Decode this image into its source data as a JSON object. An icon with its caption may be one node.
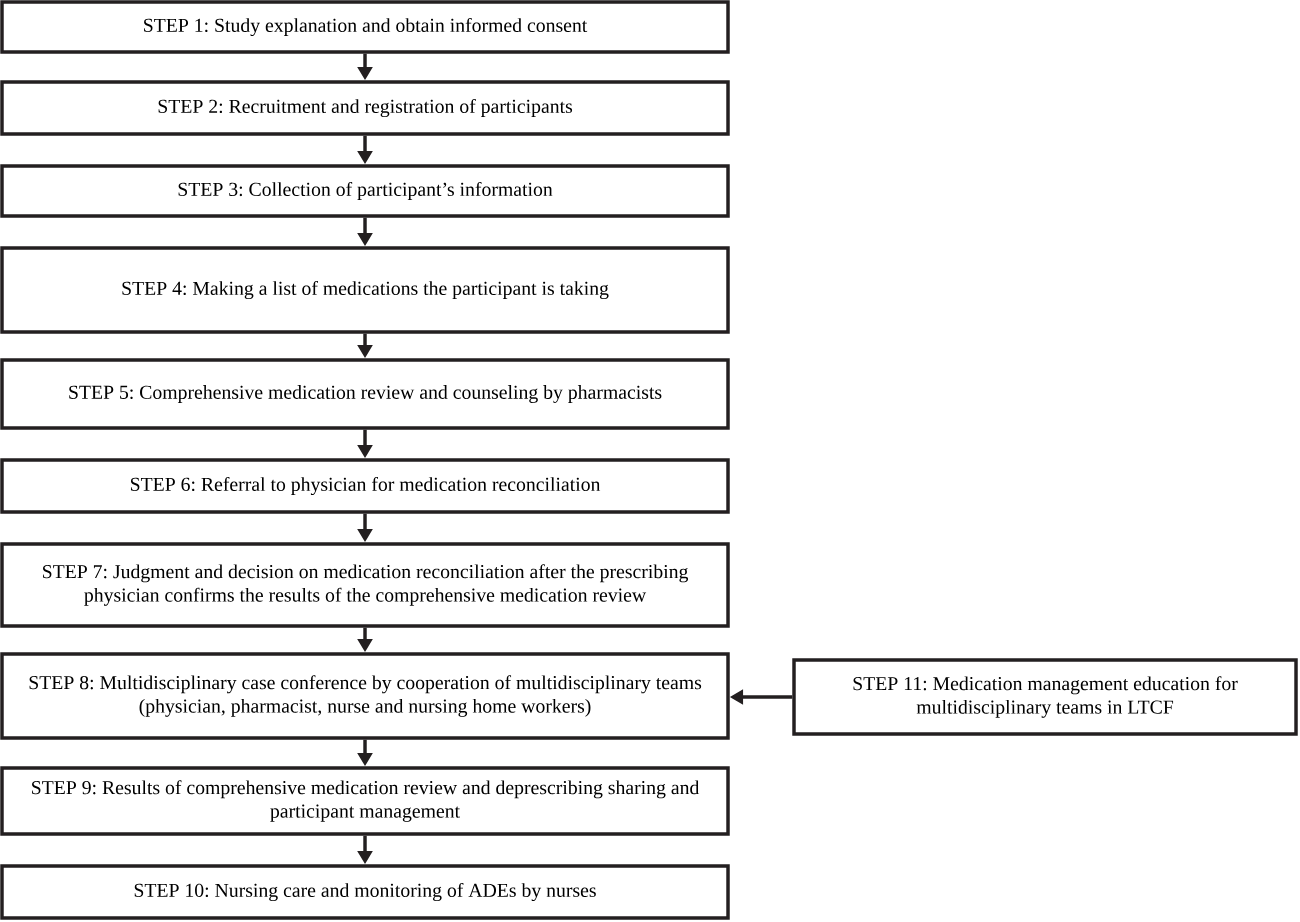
{
  "diagram": {
    "nodes": [
      {
        "text": [
          "STEP 1: Study explanation and obtain informed consent"
        ]
      },
      {
        "text": [
          "STEP 2: Recruitment and registration of participants"
        ]
      },
      {
        "text": [
          "STEP 3: Collection of participant’s information"
        ]
      },
      {
        "text": [
          "STEP 4: Making a list of medications the participant is taking"
        ]
      },
      {
        "text": [
          "STEP 5: Comprehensive medication review and counseling by pharmacists"
        ]
      },
      {
        "text": [
          "STEP 6: Referral to physician for medication reconciliation"
        ]
      },
      {
        "text": [
          "STEP 7: Judgment and decision on medication reconciliation after the prescribing physician confirms the results of the comprehensive medication review"
        ]
      },
      {
        "text": [
          "STEP 8: Multidisciplinary case conference by cooperation of multidisciplinary teams (physician, pharmacist, nurse and nursing home workers)"
        ]
      },
      {
        "text": [
          "STEP 9: Results of comprehensive medication review and deprescribing sharing and participant management"
        ]
      },
      {
        "text": [
          "STEP 10: Nursing care and monitoring of ADEs by nurses"
        ]
      },
      {
        "text": [
          "STEP 11: Medication management education for multidisciplinary teams in LTCF"
        ]
      }
    ],
    "edges": [
      {
        "from": 0,
        "to": 1,
        "arrow": "to"
      },
      {
        "from": 1,
        "to": 2,
        "arrow": "to"
      },
      {
        "from": 2,
        "to": 3,
        "arrow": "to"
      },
      {
        "from": 3,
        "to": 4,
        "arrow": "to"
      },
      {
        "from": 4,
        "to": 5,
        "arrow": "to"
      },
      {
        "from": 5,
        "to": 6,
        "arrow": "to"
      },
      {
        "from": 6,
        "to": 7,
        "arrow": "to"
      },
      {
        "from": 7,
        "to": 8,
        "arrow": "to"
      },
      {
        "from": 8,
        "to": 9,
        "arrow": "to"
      },
      {
        "from": 10,
        "to": 7,
        "arrow": "to"
      }
    ]
  }
}
